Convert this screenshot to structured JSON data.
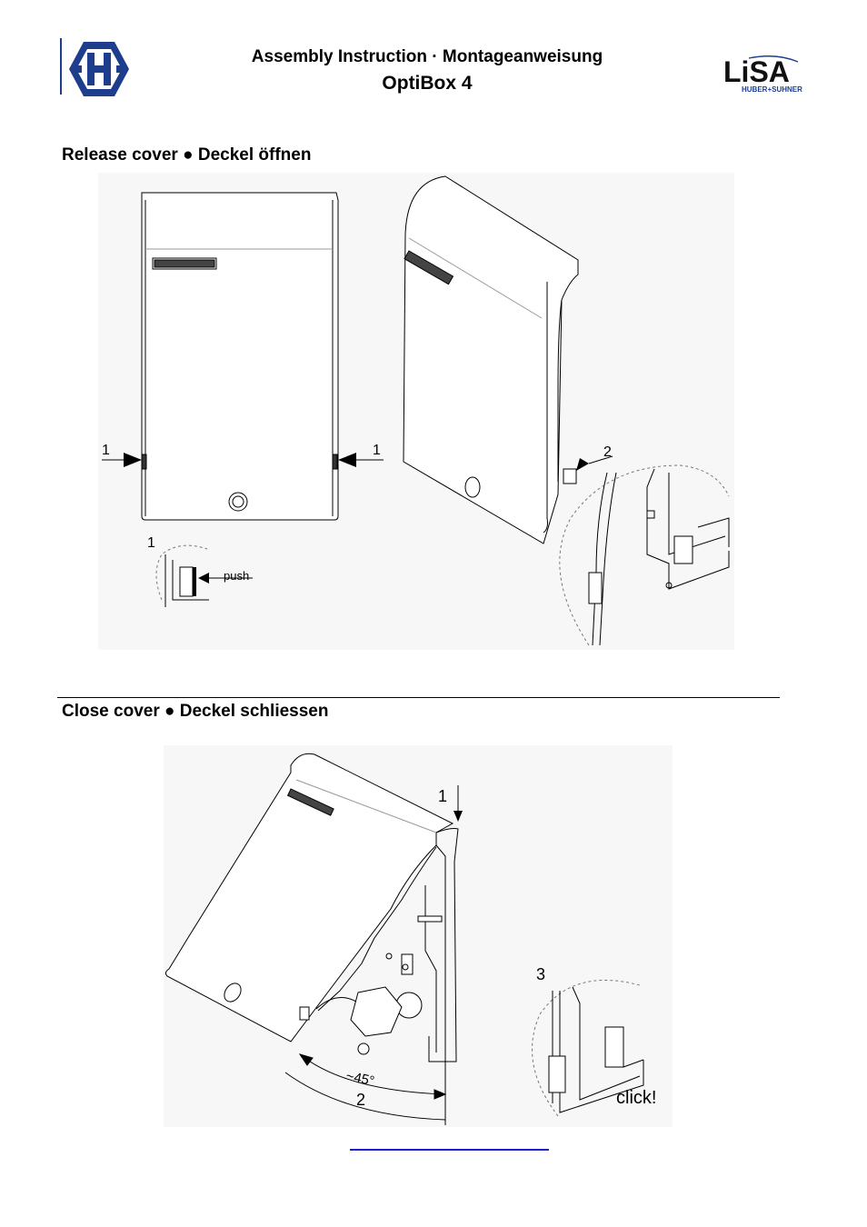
{
  "header": {
    "title_line1": "Assembly Instruction · Montageanweisung",
    "title_line2": "OptiBox 4",
    "left_logo": "huber-suhner-logo",
    "right_logo": {
      "text": "LiSA",
      "sub": "HUBER+SUHNER"
    }
  },
  "sections": [
    {
      "title": "Release cover ● Deckel öffnen",
      "labels": {
        "left_marker": "1",
        "right_marker": "1",
        "detail_marker": "1",
        "push": "push",
        "side_marker": "2"
      }
    },
    {
      "title": "Close cover ● Deckel schliessen",
      "labels": {
        "top_marker": "1",
        "angle": "~45°",
        "arc_marker": "2",
        "detail_marker": "3",
        "click": "click!"
      }
    }
  ],
  "colors": {
    "brand_blue": "#1e3d8c",
    "link_blue": "#1f1fd0",
    "line": "#000000"
  }
}
